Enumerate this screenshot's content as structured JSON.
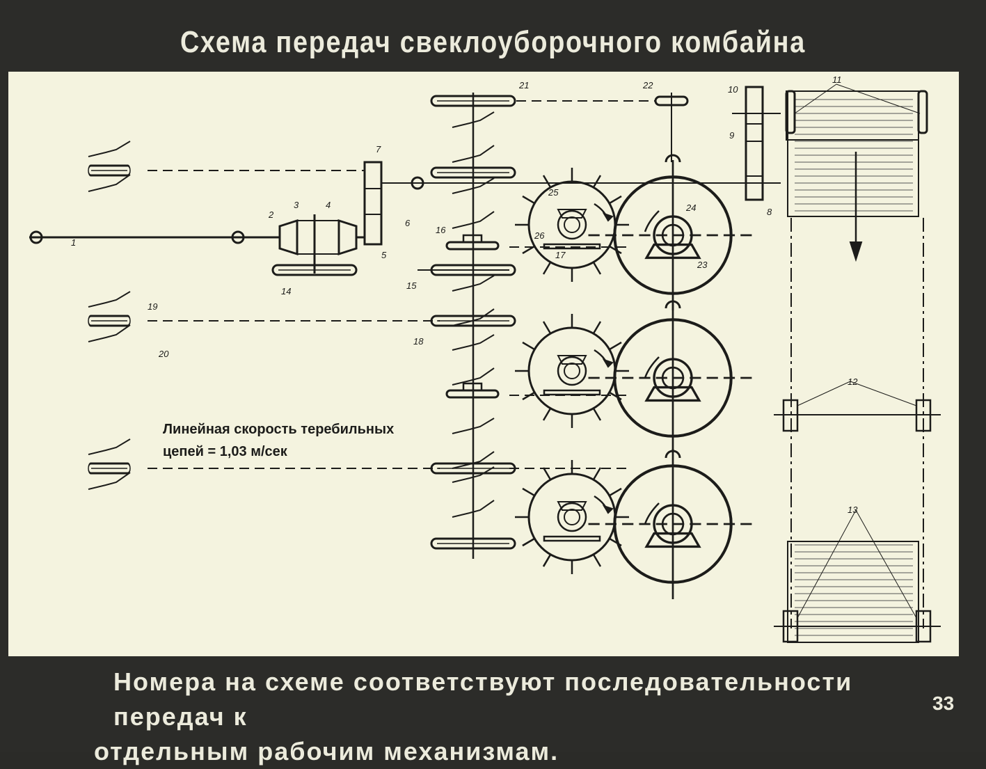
{
  "slide": {
    "title": "Схема передач свеклоуборочного комбайна",
    "caption_line1": "Номера на схеме соответствуют последовательности передач к",
    "caption_line2": "отдельным рабочим механизмам.",
    "page_number": "33"
  },
  "diagram": {
    "note_line1": "Линейная скорость теребильных",
    "note_line2": "цепей = 1,03 м/сек",
    "labels": {
      "n1": "1",
      "n2": "2",
      "n3": "3",
      "n4": "4",
      "n5": "5",
      "n6": "6",
      "n7": "7",
      "n8": "8",
      "n9": "9",
      "n10": "10",
      "n11": "11",
      "n12": "12",
      "n13": "13",
      "n14": "14",
      "n15": "15",
      "n16": "16",
      "n17": "17",
      "n18": "18",
      "n19": "19",
      "n20": "20",
      "n21": "21",
      "n22": "22",
      "n23": "23",
      "n24": "24",
      "n25": "25",
      "n26": "26"
    },
    "colors": {
      "ink": "#1c1c1a",
      "paper": "#f4f3df",
      "slide": "#2c2c29",
      "text": "#ecebdc"
    }
  }
}
